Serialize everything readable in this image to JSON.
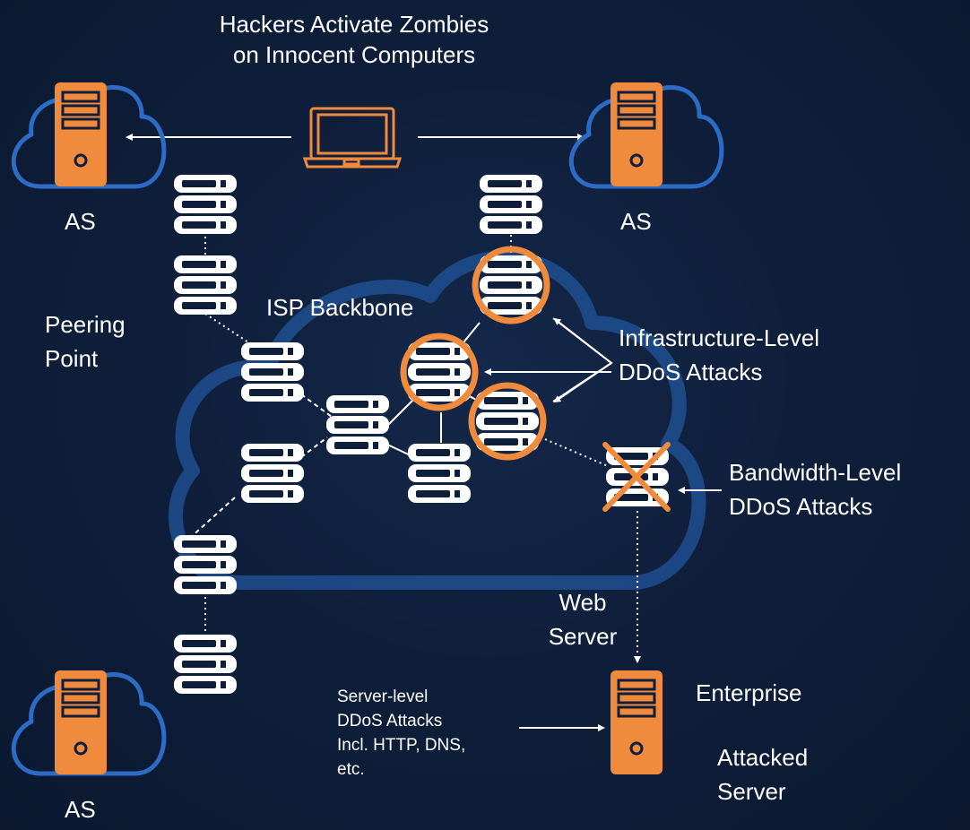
{
  "diagram": {
    "title_line1": "Hackers Activate Zombies",
    "title_line2": "on Innocent Computers",
    "as_label": "AS",
    "isp_backbone": "ISP Backbone",
    "peering_line1": "Peering",
    "peering_line2": "Point",
    "infra_line1": "Infrastructure-Level",
    "infra_line2": "DDoS Attacks",
    "bandwidth_line1": "Bandwidth-Level",
    "bandwidth_line2": "DDoS Attacks",
    "web_line1": "Web",
    "web_line2": "Server",
    "enterprise": "Enterprise",
    "attacked_line1": "Attacked",
    "attacked_line2": "Server",
    "server_level_line1": "Server-level",
    "server_level_line2": "DDoS Attacks",
    "server_level_line3": "Incl. HTTP, DNS,",
    "server_level_line4": "etc."
  },
  "colors": {
    "background": "#0f1f3b",
    "cloud_outline": "#2d6bc4",
    "backbone_cloud": "#1f4f90",
    "server_orange": "#f08a3c",
    "attack_ring": "#f08a3c",
    "rack_white": "#ffffff"
  },
  "icons": [
    "laptop-icon",
    "cloud-server-icon",
    "server-rack-icon",
    "attack-ring",
    "x-mark-icon",
    "enterprise-server-icon"
  ]
}
